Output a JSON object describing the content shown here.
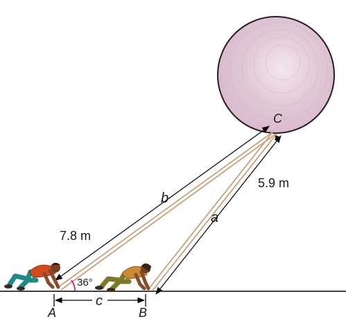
{
  "diagram": {
    "points": {
      "A": "A",
      "B": "B",
      "C": "C"
    },
    "sides": {
      "a": "a",
      "b": "b",
      "c": "c"
    },
    "measurements": {
      "b_length": "7.8 m",
      "a_length": "5.9 m",
      "angle_A": "36°"
    },
    "colors": {
      "balloon_fill": "#d8b8cc",
      "balloon_stroke": "#2a1a24",
      "rope": "#c7a07c",
      "angle_arc": "#e0007a",
      "ground": "#000000",
      "person_a_shirt": "#d24a1e",
      "person_a_pants": "#1e8c86",
      "person_b_shirt": "#c98a35",
      "person_b_pants": "#7a7a2a"
    }
  }
}
